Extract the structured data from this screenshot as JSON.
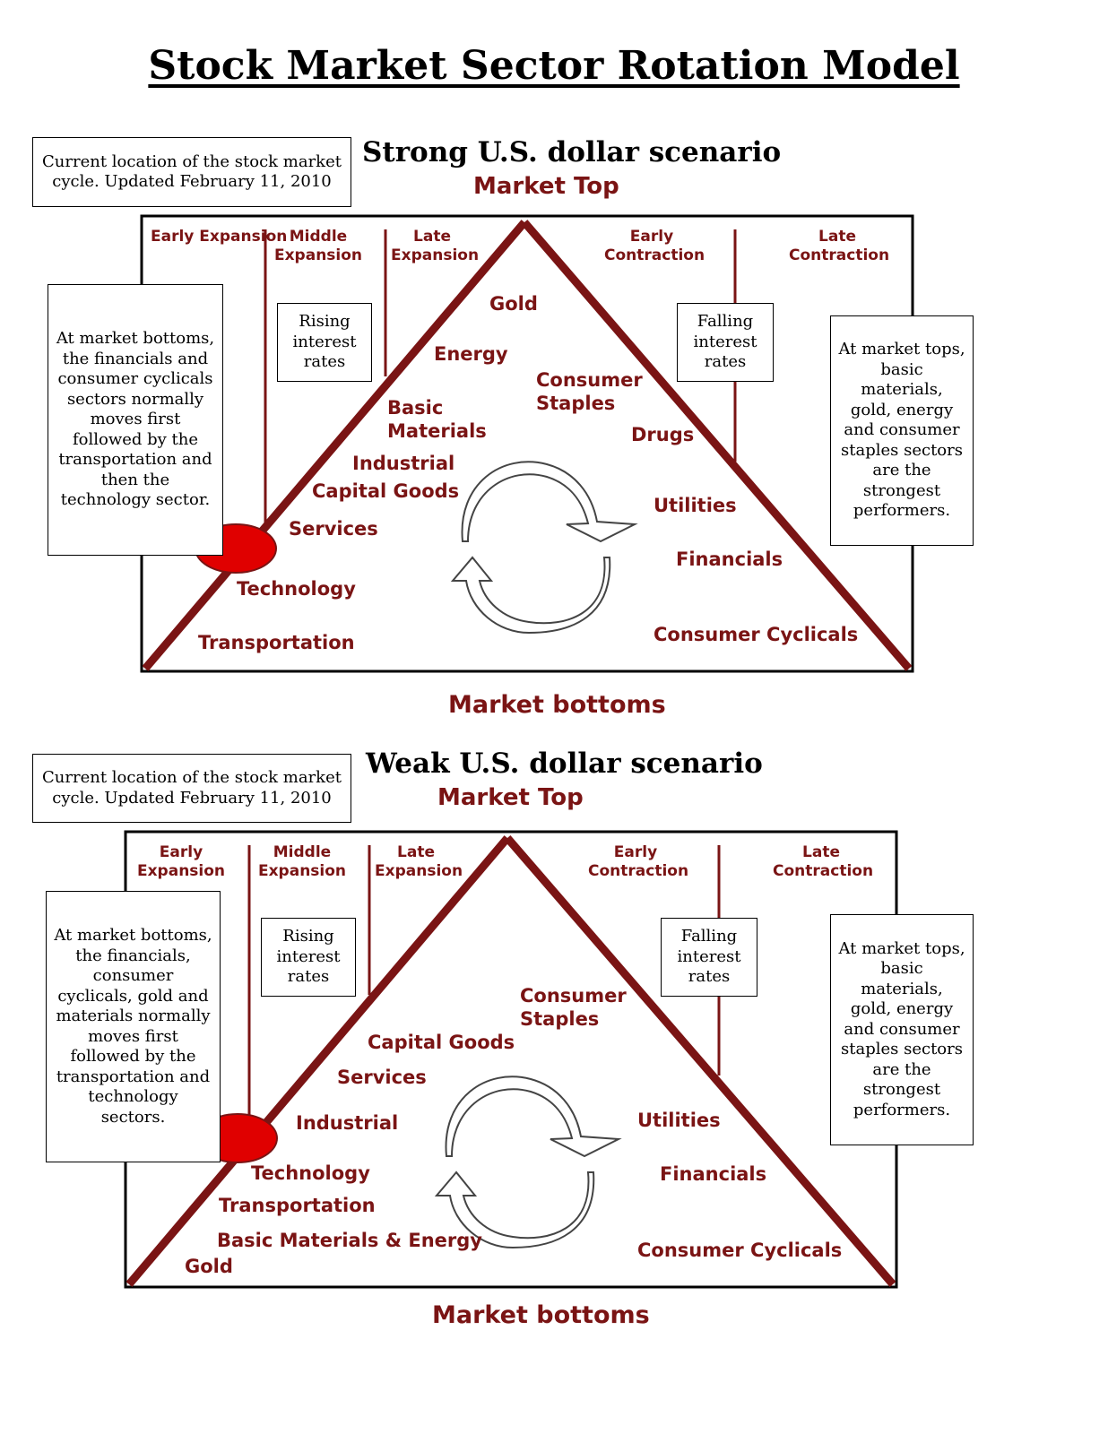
{
  "title": "Stock Market Sector Rotation Model",
  "colors": {
    "accent": "#7a1414",
    "marker": "#e00000",
    "text": "#000000"
  },
  "scenarios": [
    {
      "title": "Strong U.S. dollar scenario",
      "location_note": "Current location of the stock market cycle.  Updated February 11, 2010",
      "market_top": "Market Top",
      "market_bottoms": "Market bottoms",
      "phases": [
        "Early Expansion",
        "Middle Expansion",
        "Late Expansion",
        "Early Contraction",
        "Late Contraction"
      ],
      "rising_rates": "Rising interest rates",
      "falling_rates": "Falling interest rates",
      "left_note": "At market bottoms, the financials and consumer cyclicals sectors normally moves first followed by  the transportation and then the technology sector.",
      "right_note": "At market tops, basic materials, gold, energy and consumer staples sectors are the strongest performers.",
      "sectors_rising": [
        "Transportation",
        "Technology",
        "Services",
        "Capital Goods",
        "Industrial",
        "Basic Materials",
        "Energy",
        "Gold"
      ],
      "sectors_falling": [
        "Consumer Staples",
        "Drugs",
        "Utilities",
        "Financials",
        "Consumer Cyclicals"
      ],
      "icons": [
        "current-location-marker-icon",
        "rotation-arrows-icon"
      ]
    },
    {
      "title": "Weak U.S. dollar scenario",
      "location_note": "Current location of the stock market cycle.  Updated February 11, 2010",
      "market_top": "Market Top",
      "market_bottoms": "Market bottoms",
      "phases": [
        "Early Expansion",
        "Middle Expansion",
        "Late Expansion",
        "Early Contraction",
        "Late Contraction"
      ],
      "rising_rates": "Rising interest rates",
      "falling_rates": "Falling interest rates",
      "left_note": "At market bottoms, the financials, consumer cyclicals, gold and materials normally moves first followed by the transportation and technology sectors.",
      "right_note": "At market tops, basic materials, gold, energy and consumer staples sectors are the strongest performers.",
      "sectors_rising": [
        "Gold",
        "Basic Materials & Energy",
        "Transportation",
        "Technology",
        "Industrial",
        "Services",
        "Capital Goods"
      ],
      "sectors_falling": [
        "Consumer Staples",
        "Utilities",
        "Financials",
        "Consumer Cyclicals"
      ],
      "icons": [
        "current-location-marker-icon",
        "rotation-arrows-icon"
      ]
    }
  ]
}
